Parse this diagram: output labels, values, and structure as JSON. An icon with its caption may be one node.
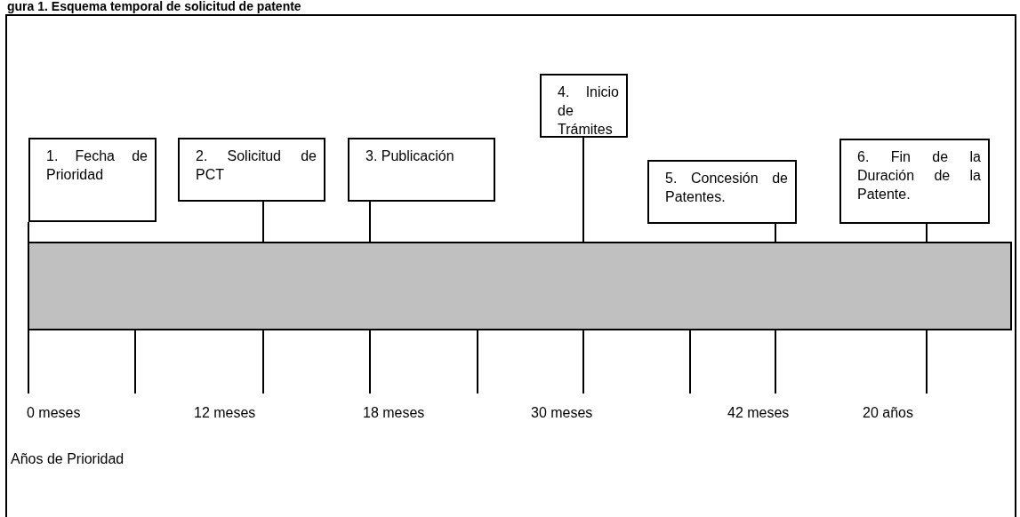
{
  "diagram": {
    "title": "gura 1. Esquema temporal de solicitud de patente",
    "nodes": [
      {
        "text": [
          "1. Fecha de Prioridad"
        ]
      },
      {
        "text": [
          "2. Solicitud de PCT"
        ]
      },
      {
        "text": [
          "3. Publicación"
        ]
      },
      {
        "text": [
          "4. Inicio de Trámites"
        ]
      },
      {
        "text": [
          "5. Concesión de Patentes."
        ]
      },
      {
        "text": [
          "6. Fin de la Duración de la Patente."
        ]
      },
      {
        "text": [],
        "shape": "bar"
      }
    ],
    "edges": [
      {
        "from": 0,
        "to": 6,
        "arrow": "none"
      },
      {
        "from": 1,
        "to": 6,
        "arrow": "none"
      },
      {
        "from": 2,
        "to": 6,
        "arrow": "none"
      },
      {
        "from": 3,
        "to": 6,
        "arrow": "none"
      },
      {
        "from": 4,
        "to": 6,
        "arrow": "none"
      },
      {
        "from": 5,
        "to": 6,
        "arrow": "none"
      }
    ],
    "labels": [
      "0 meses",
      "12 meses",
      "18 meses",
      "30 meses",
      "42 meses",
      "20 años",
      "Años de Prioridad"
    ]
  }
}
